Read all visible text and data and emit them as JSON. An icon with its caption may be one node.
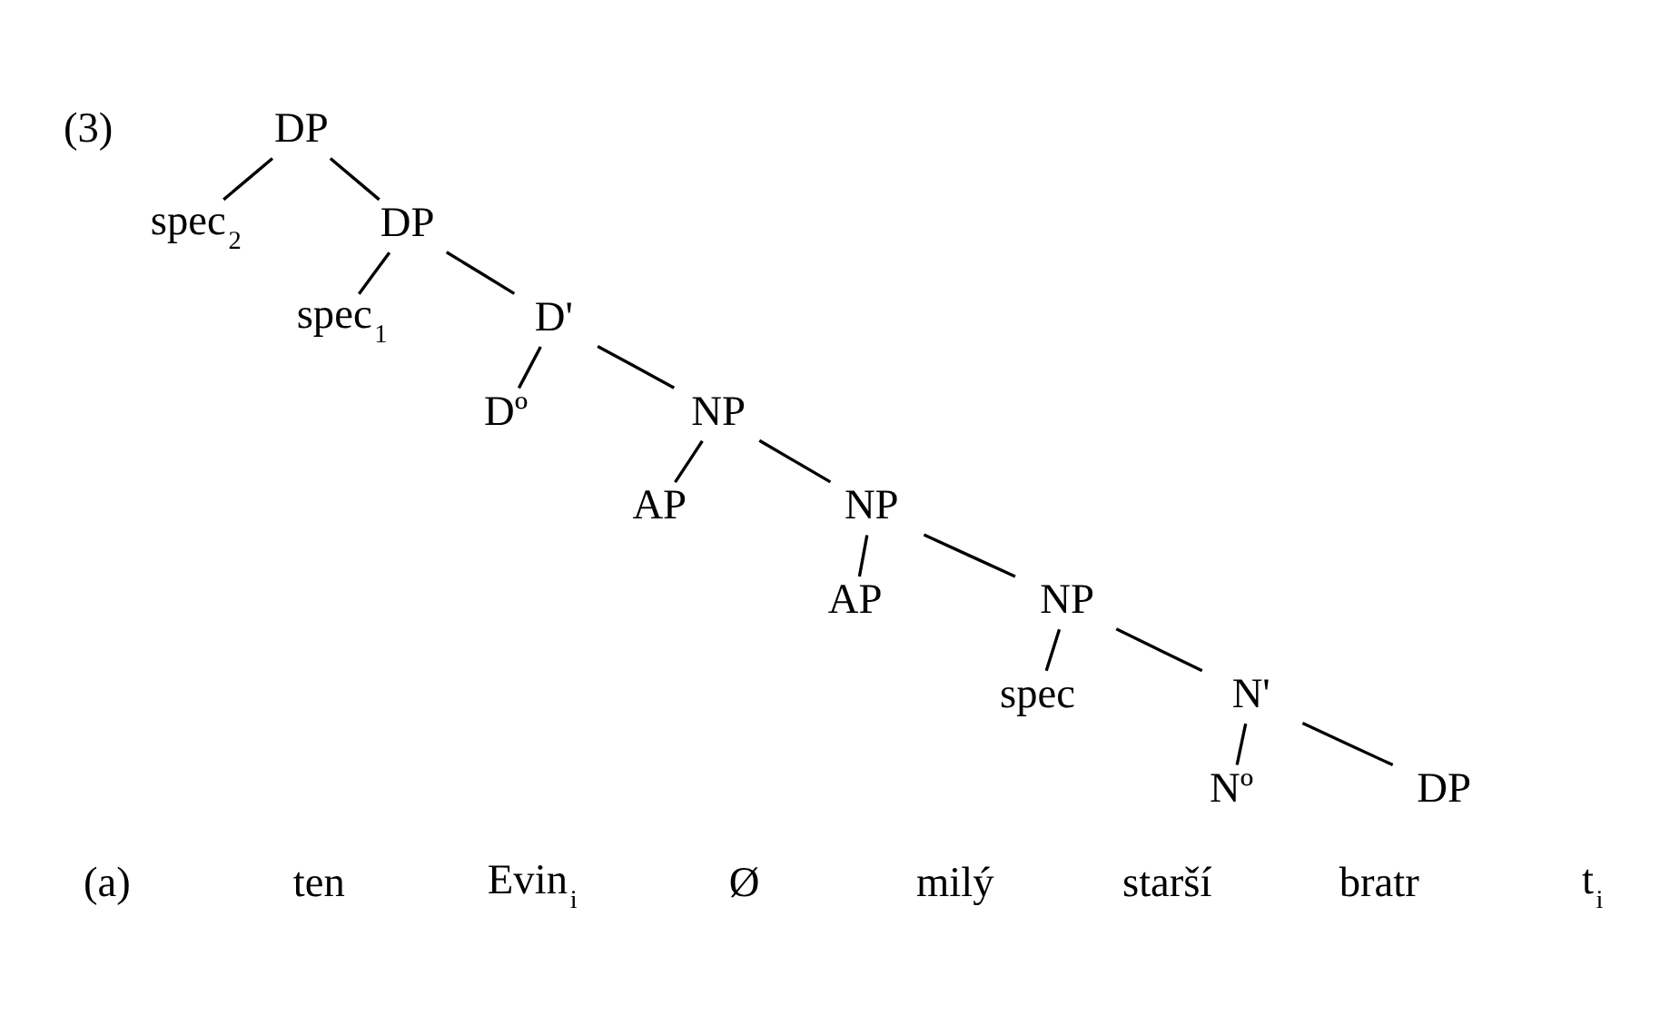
{
  "diagram": {
    "nodes": [
      {
        "text": [
          "DP"
        ]
      },
      {
        "text": [
          "spec$_{2}$"
        ]
      },
      {
        "text": [
          "DP"
        ]
      },
      {
        "text": [
          "spec$_{1}$"
        ]
      },
      {
        "text": [
          "D'"
        ]
      },
      {
        "text": [
          "Dº"
        ]
      },
      {
        "text": [
          "NP"
        ]
      },
      {
        "text": [
          "AP"
        ]
      },
      {
        "text": [
          "NP"
        ]
      },
      {
        "text": [
          "AP"
        ]
      },
      {
        "text": [
          "NP"
        ]
      },
      {
        "text": [
          "spec"
        ]
      },
      {
        "text": [
          "N'"
        ]
      },
      {
        "text": [
          "Nº"
        ]
      },
      {
        "text": [
          "DP"
        ]
      }
    ],
    "edges": [
      {
        "from": 0,
        "to": 1,
        "arrow": "none"
      },
      {
        "from": 0,
        "to": 2,
        "arrow": "none"
      },
      {
        "from": 2,
        "to": 3,
        "arrow": "none"
      },
      {
        "from": 2,
        "to": 4,
        "arrow": "none"
      },
      {
        "from": 4,
        "to": 5,
        "arrow": "none"
      },
      {
        "from": 4,
        "to": 6,
        "arrow": "none"
      },
      {
        "from": 6,
        "to": 7,
        "arrow": "none"
      },
      {
        "from": 6,
        "to": 8,
        "arrow": "none"
      },
      {
        "from": 8,
        "to": 9,
        "arrow": "none"
      },
      {
        "from": 8,
        "to": 10,
        "arrow": "none"
      },
      {
        "from": 10,
        "to": 11,
        "arrow": "none"
      },
      {
        "from": 10,
        "to": 12,
        "arrow": "none"
      },
      {
        "from": 12,
        "to": 13,
        "arrow": "none"
      },
      {
        "from": 12,
        "to": 14,
        "arrow": "none"
      }
    ],
    "labels": [
      "(3)",
      "(a)",
      "ten",
      "Evin$_{i}$",
      "Ø",
      "milý",
      "starší",
      "bratr",
      "t$_{i}$"
    ]
  }
}
